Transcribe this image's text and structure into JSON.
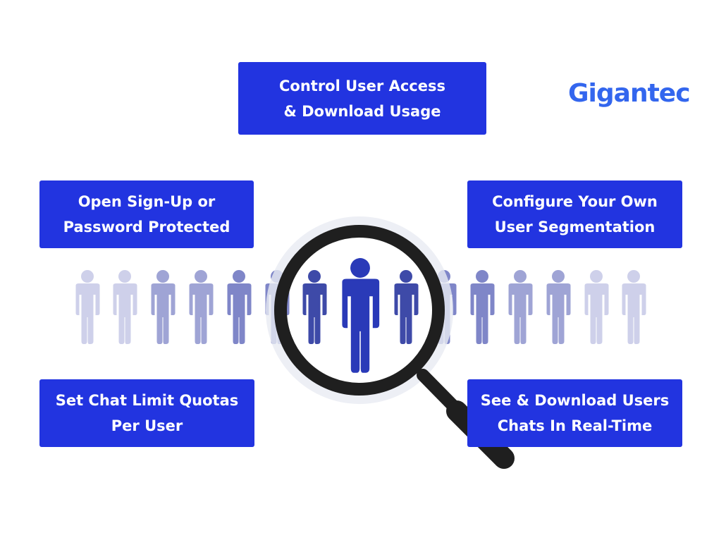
{
  "brand": {
    "name": "Gigantec",
    "color": "#3366ee"
  },
  "colors": {
    "box": "#2234e0",
    "figure_focus": "#2a3ab8",
    "figure_near": "#3e4aa8",
    "figure_mid": "#7f86c8",
    "figure_far": "#c9cce8",
    "magnifier": "#1f1f1f"
  },
  "features": {
    "top": {
      "line1": "Control User Access",
      "line2": "& Download Usage"
    },
    "middle_left": {
      "line1": "Open Sign-Up or",
      "line2": "Password Protected"
    },
    "middle_right": {
      "line1": "Configure Your Own",
      "line2": "User Segmentation"
    },
    "bottom_left": {
      "line1": "Set Chat Limit Quotas",
      "line2": "Per User"
    },
    "bottom_right": {
      "line1": "See & Download Users",
      "line2": "Chats In Real-Time"
    }
  },
  "icons": {
    "people_row": "person-icon",
    "magnifier": "magnifying-glass-icon"
  }
}
